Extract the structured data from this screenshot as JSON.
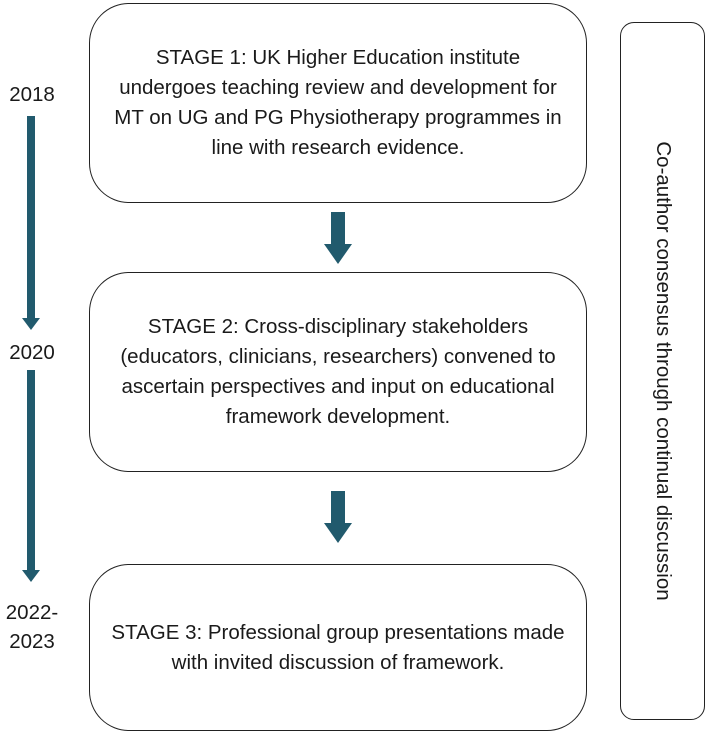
{
  "stages": [
    {
      "text": "STAGE 1: UK Higher Education institute undergoes teaching review and development for MT on UG and PG Physiotherapy programmes in line with research evidence."
    },
    {
      "text": "STAGE 2: Cross-disciplinary stakeholders (educators, clinicians, researchers) convened to ascertain perspectives and input on educational framework development."
    },
    {
      "text": "STAGE 3: Professional group presentations made with invited discussion of framework."
    }
  ],
  "years": [
    "2018",
    "2020",
    "2022-\n2023"
  ],
  "consensus": "Co-author consensus through continual discussion",
  "colors": {
    "arrow": "#215a6d",
    "border": "#222222",
    "text": "#1a1a1a"
  }
}
